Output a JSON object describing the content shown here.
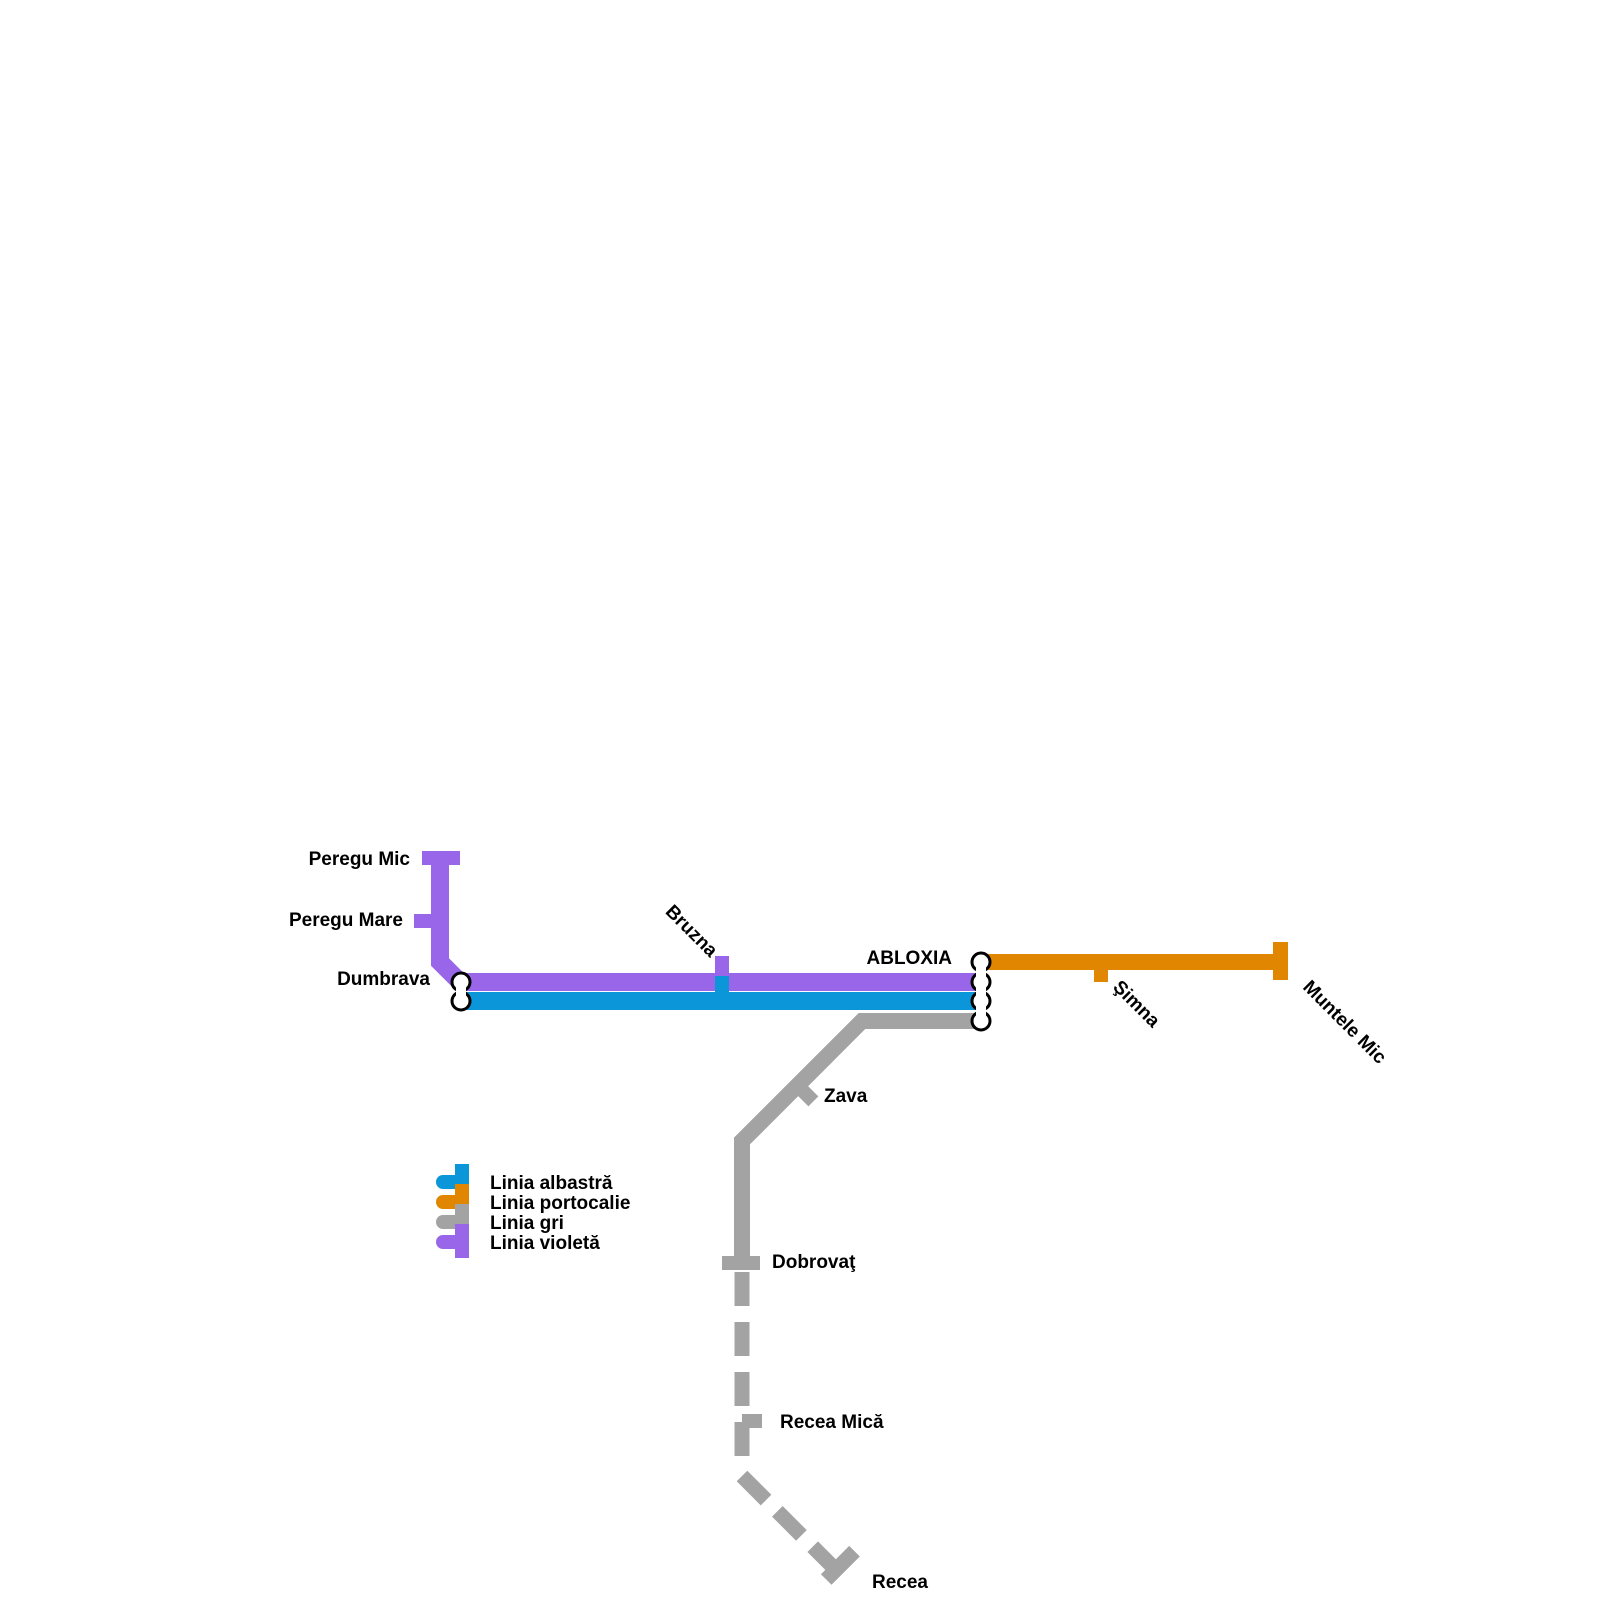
{
  "map": {
    "lines": [
      {
        "id": "blue",
        "name": "Linia albastră",
        "color": "#0a96d8"
      },
      {
        "id": "orange",
        "name": "Linia portocalie",
        "color": "#e08600"
      },
      {
        "id": "gray",
        "name": "Linia gri",
        "color": "#a3a3a3"
      },
      {
        "id": "violet",
        "name": "Linia violetă",
        "color": "#9966ea"
      }
    ],
    "stations": {
      "peregu_mic": "Peregu Mic",
      "peregu_mare": "Peregu Mare",
      "dumbrava": "Dumbrava",
      "bruzna": "Bruzna",
      "abloxia": "ABLOXIA",
      "simna": "Şimna",
      "muntele_mic": "Muntele Mic",
      "zava": "Zava",
      "dobrovat": "Dobrovaţ",
      "recea_mica": "Recea Mică",
      "recea": "Recea"
    },
    "legend": {
      "items": [
        "Linia albastră",
        "Linia portocalie",
        "Linia gri",
        "Linia violetă"
      ]
    }
  }
}
